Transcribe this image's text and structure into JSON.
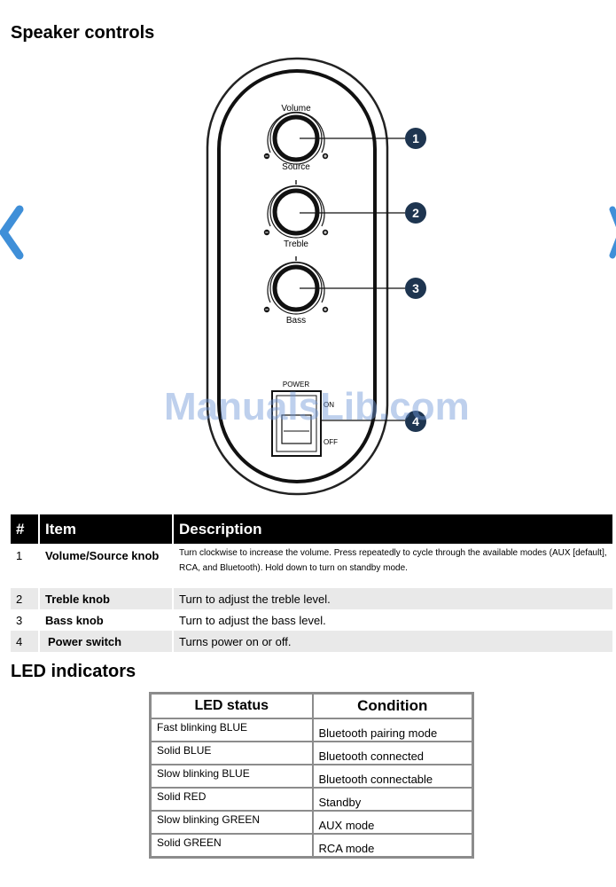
{
  "headings": {
    "speaker_controls": "Speaker controls",
    "led_indicators": "LED indicators"
  },
  "diagram": {
    "knobs": [
      {
        "top_label": "Volume",
        "bottom_label": "Source",
        "callout": "1"
      },
      {
        "top_label": "",
        "bottom_label": "Treble",
        "callout": "2"
      },
      {
        "top_label": "",
        "bottom_label": "Bass",
        "callout": "3"
      }
    ],
    "minus_sign": "−",
    "plus_sign": "+",
    "power_switch": {
      "label": "POWER",
      "on": "ON",
      "off": "OFF",
      "callout": "4"
    }
  },
  "watermark": "ManualsLib.com",
  "controls_table": {
    "headers": [
      "#",
      "Item",
      "Description"
    ],
    "rows": [
      {
        "num": "1",
        "item": "Volume/Source knob",
        "description": "Turn clockwise to increase the volume. Press repeatedly to cycle through the available modes (AUX [default], RCA, and Bluetooth). Hold down to turn on standby mode."
      },
      {
        "num": "2",
        "item": "Treble knob",
        "description": "Turn to adjust the treble level."
      },
      {
        "num": "3",
        "item": "Bass knob",
        "description": "Turn to adjust the bass level."
      },
      {
        "num": "4",
        "item": "Power switch",
        "description": "Turns power on or off."
      }
    ]
  },
  "led_table": {
    "headers": [
      "LED status",
      "Condition"
    ],
    "rows": [
      {
        "status": "Fast blinking BLUE",
        "condition": "Bluetooth pairing mode"
      },
      {
        "status": "Solid BLUE",
        "condition": "Bluetooth connected"
      },
      {
        "status": "Slow blinking BLUE",
        "condition": "Bluetooth connectable"
      },
      {
        "status": "Solid RED",
        "condition": "Standby"
      },
      {
        "status": "Slow blinking GREEN",
        "condition": "AUX mode"
      },
      {
        "status": "Solid GREEN",
        "condition": "RCA mode"
      }
    ]
  },
  "colors": {
    "callout": "#1e3550",
    "header_bg": "#000000",
    "row_shade": "#e9e9e9",
    "led_border": "#8c8c8c",
    "nav_arrow": "#3f8fd8",
    "watermark": "#6e96d7"
  },
  "icons": {
    "prev": "chevron-left-icon",
    "next": "chevron-right-icon"
  }
}
